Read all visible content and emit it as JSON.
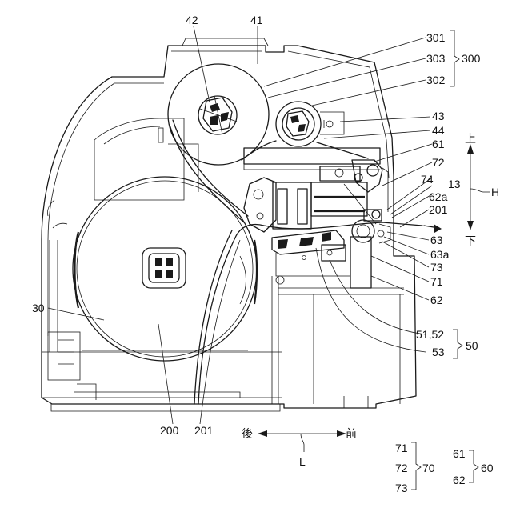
{
  "labels": {
    "l42": "42",
    "l41": "41",
    "l301": "301",
    "l303": "303",
    "l300": "300",
    "l302": "302",
    "l43": "43",
    "l44": "44",
    "l61": "61",
    "l72": "72",
    "l74": "74",
    "l13": "13",
    "l62a": "62a",
    "l201r": "201",
    "l63": "63",
    "l63a": "63a",
    "l73": "73",
    "l71": "71",
    "l62": "62",
    "l5152": "51,52",
    "l53": "53",
    "l50": "50",
    "l30": "30",
    "l200": "200",
    "l201b": "201",
    "lH": "H"
  },
  "directions": {
    "up": "上",
    "down": "下",
    "back": "後",
    "front": "前",
    "axis": "L"
  },
  "legend": {
    "group70": {
      "items": [
        "71",
        "72",
        "73"
      ],
      "name": "70"
    },
    "group60": {
      "items": [
        "61",
        "62"
      ],
      "name": "60"
    }
  }
}
